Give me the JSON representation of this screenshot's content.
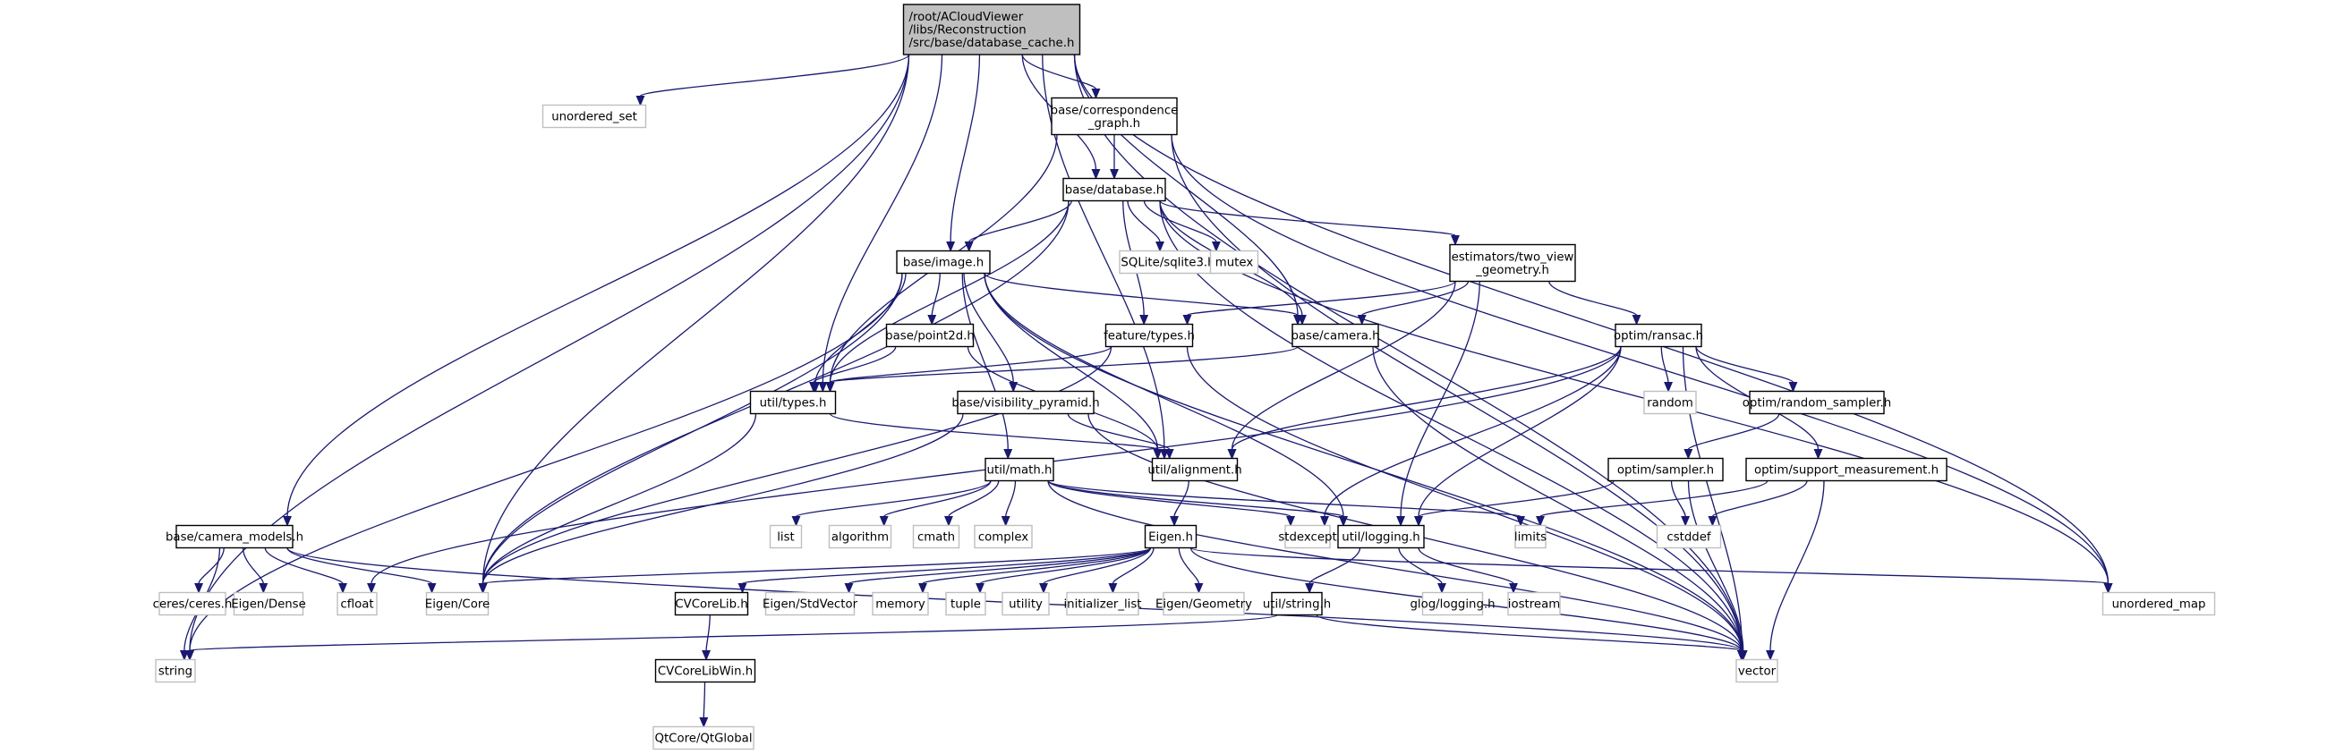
{
  "title": "Include dependency graph for database_cache.h",
  "colors": {
    "edge": "#191970",
    "root_fill": "#bfbfbf",
    "local_border": "#000000",
    "system_border": "#bfbfbf"
  },
  "nodes": [
    {
      "id": "root",
      "kind": "root",
      "lines": [
        "/root/ACloudViewer",
        "/libs/Reconstruction",
        "/src/base/database_cache.h"
      ]
    },
    {
      "id": "unordered_set",
      "kind": "system",
      "lines": [
        "unordered_set"
      ]
    },
    {
      "id": "correspondence_graph",
      "kind": "local",
      "lines": [
        "base/correspondence",
        "_graph.h"
      ]
    },
    {
      "id": "database",
      "kind": "local",
      "lines": [
        "base/database.h"
      ]
    },
    {
      "id": "image",
      "kind": "local",
      "lines": [
        "base/image.h"
      ]
    },
    {
      "id": "sqlite3",
      "kind": "system",
      "lines": [
        "SQLite/sqlite3.h"
      ]
    },
    {
      "id": "mutex",
      "kind": "system",
      "lines": [
        "mutex"
      ]
    },
    {
      "id": "two_view_geometry",
      "kind": "local",
      "lines": [
        "estimators/two_view",
        "_geometry.h"
      ]
    },
    {
      "id": "point2d",
      "kind": "local",
      "lines": [
        "base/point2d.h"
      ]
    },
    {
      "id": "feature_types",
      "kind": "local",
      "lines": [
        "feature/types.h"
      ]
    },
    {
      "id": "camera",
      "kind": "local",
      "lines": [
        "base/camera.h"
      ]
    },
    {
      "id": "ransac",
      "kind": "local",
      "lines": [
        "optim/ransac.h"
      ]
    },
    {
      "id": "util_types",
      "kind": "local",
      "lines": [
        "util/types.h"
      ]
    },
    {
      "id": "visibility_pyramid",
      "kind": "local",
      "lines": [
        "base/visibility_pyramid.h"
      ]
    },
    {
      "id": "random",
      "kind": "system",
      "lines": [
        "random"
      ]
    },
    {
      "id": "random_sampler",
      "kind": "local",
      "lines": [
        "optim/random_sampler.h"
      ]
    },
    {
      "id": "util_math",
      "kind": "local",
      "lines": [
        "util/math.h"
      ]
    },
    {
      "id": "alignment",
      "kind": "local",
      "lines": [
        "util/alignment.h"
      ]
    },
    {
      "id": "sampler",
      "kind": "local",
      "lines": [
        "optim/sampler.h"
      ]
    },
    {
      "id": "support_measurement",
      "kind": "local",
      "lines": [
        "optim/support_measurement.h"
      ]
    },
    {
      "id": "camera_models",
      "kind": "local",
      "lines": [
        "base/camera_models.h"
      ]
    },
    {
      "id": "list",
      "kind": "system",
      "lines": [
        "list"
      ]
    },
    {
      "id": "algorithm",
      "kind": "system",
      "lines": [
        "algorithm"
      ]
    },
    {
      "id": "cmath",
      "kind": "system",
      "lines": [
        "cmath"
      ]
    },
    {
      "id": "complex",
      "kind": "system",
      "lines": [
        "complex"
      ]
    },
    {
      "id": "eigen_h",
      "kind": "local",
      "lines": [
        "Eigen.h"
      ]
    },
    {
      "id": "stdexcept",
      "kind": "system",
      "lines": [
        "stdexcept"
      ]
    },
    {
      "id": "logging",
      "kind": "local",
      "lines": [
        "util/logging.h"
      ]
    },
    {
      "id": "limits",
      "kind": "system",
      "lines": [
        "limits"
      ]
    },
    {
      "id": "cstddef",
      "kind": "system",
      "lines": [
        "cstddef"
      ]
    },
    {
      "id": "ceres",
      "kind": "system",
      "lines": [
        "ceres/ceres.h"
      ]
    },
    {
      "id": "eigen_dense",
      "kind": "system",
      "lines": [
        "Eigen/Dense"
      ]
    },
    {
      "id": "cfloat",
      "kind": "system",
      "lines": [
        "cfloat"
      ]
    },
    {
      "id": "eigen_core",
      "kind": "system",
      "lines": [
        "Eigen/Core"
      ]
    },
    {
      "id": "cvcorelib",
      "kind": "local",
      "lines": [
        "CVCoreLib.h"
      ]
    },
    {
      "id": "eigen_stdvector",
      "kind": "system",
      "lines": [
        "Eigen/StdVector"
      ]
    },
    {
      "id": "memory",
      "kind": "system",
      "lines": [
        "memory"
      ]
    },
    {
      "id": "tuple",
      "kind": "system",
      "lines": [
        "tuple"
      ]
    },
    {
      "id": "utility",
      "kind": "system",
      "lines": [
        "utility"
      ]
    },
    {
      "id": "initializer_list",
      "kind": "system",
      "lines": [
        "initializer_list"
      ]
    },
    {
      "id": "eigen_geometry",
      "kind": "system",
      "lines": [
        "Eigen/Geometry"
      ]
    },
    {
      "id": "util_string",
      "kind": "local",
      "lines": [
        "util/string.h"
      ]
    },
    {
      "id": "glog",
      "kind": "system",
      "lines": [
        "glog/logging.h"
      ]
    },
    {
      "id": "iostream",
      "kind": "system",
      "lines": [
        "iostream"
      ]
    },
    {
      "id": "unordered_map",
      "kind": "system",
      "lines": [
        "unordered_map"
      ]
    },
    {
      "id": "string",
      "kind": "system",
      "lines": [
        "string"
      ]
    },
    {
      "id": "vector",
      "kind": "system",
      "lines": [
        "vector"
      ]
    },
    {
      "id": "cvcorelibwin",
      "kind": "local",
      "lines": [
        "CVCoreLibWin.h"
      ]
    },
    {
      "id": "qtglobal",
      "kind": "system",
      "lines": [
        "QtCore/QtGlobal"
      ]
    }
  ],
  "edges": [
    [
      "root",
      "unordered_set"
    ],
    [
      "root",
      "correspondence_graph"
    ],
    [
      "root",
      "database"
    ],
    [
      "root",
      "image"
    ],
    [
      "root",
      "camera"
    ],
    [
      "root",
      "util_types"
    ],
    [
      "root",
      "alignment"
    ],
    [
      "root",
      "camera_models"
    ],
    [
      "root",
      "eigen_core"
    ],
    [
      "root",
      "string"
    ],
    [
      "root",
      "vector"
    ],
    [
      "root",
      "unordered_map"
    ],
    [
      "correspondence_graph",
      "database"
    ],
    [
      "correspondence_graph",
      "util_types"
    ],
    [
      "correspondence_graph",
      "unordered_map"
    ],
    [
      "correspondence_graph",
      "vector"
    ],
    [
      "database",
      "image"
    ],
    [
      "database",
      "sqlite3"
    ],
    [
      "database",
      "mutex"
    ],
    [
      "database",
      "two_view_geometry"
    ],
    [
      "database",
      "feature_types"
    ],
    [
      "database",
      "camera"
    ],
    [
      "database",
      "util_types"
    ],
    [
      "database",
      "eigen_core"
    ],
    [
      "database",
      "unordered_map"
    ],
    [
      "database",
      "vector"
    ],
    [
      "image",
      "point2d"
    ],
    [
      "image",
      "camera"
    ],
    [
      "image",
      "util_types"
    ],
    [
      "image",
      "visibility_pyramid"
    ],
    [
      "image",
      "util_math"
    ],
    [
      "image",
      "alignment"
    ],
    [
      "image",
      "logging"
    ],
    [
      "image",
      "string"
    ],
    [
      "image",
      "vector"
    ],
    [
      "image",
      "eigen_core"
    ],
    [
      "two_view_geometry",
      "feature_types"
    ],
    [
      "two_view_geometry",
      "camera"
    ],
    [
      "two_view_geometry",
      "ransac"
    ],
    [
      "two_view_geometry",
      "alignment"
    ],
    [
      "two_view_geometry",
      "logging"
    ],
    [
      "point2d",
      "util_types"
    ],
    [
      "point2d",
      "alignment"
    ],
    [
      "feature_types",
      "util_types"
    ],
    [
      "feature_types",
      "eigen_core"
    ],
    [
      "feature_types",
      "vector"
    ],
    [
      "camera",
      "util_types"
    ],
    [
      "camera",
      "vector"
    ],
    [
      "ransac",
      "random"
    ],
    [
      "ransac",
      "random_sampler"
    ],
    [
      "ransac",
      "support_measurement"
    ],
    [
      "ransac",
      "alignment"
    ],
    [
      "ransac",
      "logging"
    ],
    [
      "ransac",
      "stdexcept"
    ],
    [
      "ransac",
      "cfloat"
    ],
    [
      "ransac",
      "vector"
    ],
    [
      "util_types",
      "alignment"
    ],
    [
      "util_types",
      "eigen_core"
    ],
    [
      "visibility_pyramid",
      "alignment"
    ],
    [
      "visibility_pyramid",
      "eigen_core"
    ],
    [
      "visibility_pyramid",
      "vector"
    ],
    [
      "random_sampler",
      "sampler"
    ],
    [
      "util_math",
      "list"
    ],
    [
      "util_math",
      "algorithm"
    ],
    [
      "util_math",
      "cmath"
    ],
    [
      "util_math",
      "complex"
    ],
    [
      "util_math",
      "stdexcept"
    ],
    [
      "util_math",
      "logging"
    ],
    [
      "util_math",
      "limits"
    ],
    [
      "util_math",
      "vector"
    ],
    [
      "alignment",
      "eigen_h"
    ],
    [
      "sampler",
      "logging"
    ],
    [
      "sampler",
      "cstddef"
    ],
    [
      "sampler",
      "vector"
    ],
    [
      "support_measurement",
      "limits"
    ],
    [
      "support_measurement",
      "cstddef"
    ],
    [
      "support_measurement",
      "vector"
    ],
    [
      "camera_models",
      "ceres"
    ],
    [
      "camera_models",
      "eigen_dense"
    ],
    [
      "camera_models",
      "cfloat"
    ],
    [
      "camera_models",
      "eigen_core"
    ],
    [
      "camera_models",
      "string"
    ],
    [
      "camera_models",
      "vector"
    ],
    [
      "eigen_h",
      "eigen_core"
    ],
    [
      "eigen_h",
      "cvcorelib"
    ],
    [
      "eigen_h",
      "eigen_stdvector"
    ],
    [
      "eigen_h",
      "memory"
    ],
    [
      "eigen_h",
      "tuple"
    ],
    [
      "eigen_h",
      "utility"
    ],
    [
      "eigen_h",
      "initializer_list"
    ],
    [
      "eigen_h",
      "eigen_geometry"
    ],
    [
      "eigen_h",
      "unordered_map"
    ],
    [
      "eigen_h",
      "vector"
    ],
    [
      "logging",
      "util_string"
    ],
    [
      "logging",
      "glog"
    ],
    [
      "logging",
      "iostream"
    ],
    [
      "util_string",
      "string"
    ],
    [
      "util_string",
      "vector"
    ],
    [
      "cvcorelib",
      "cvcorelibwin"
    ],
    [
      "cvcorelibwin",
      "qtglobal"
    ]
  ]
}
